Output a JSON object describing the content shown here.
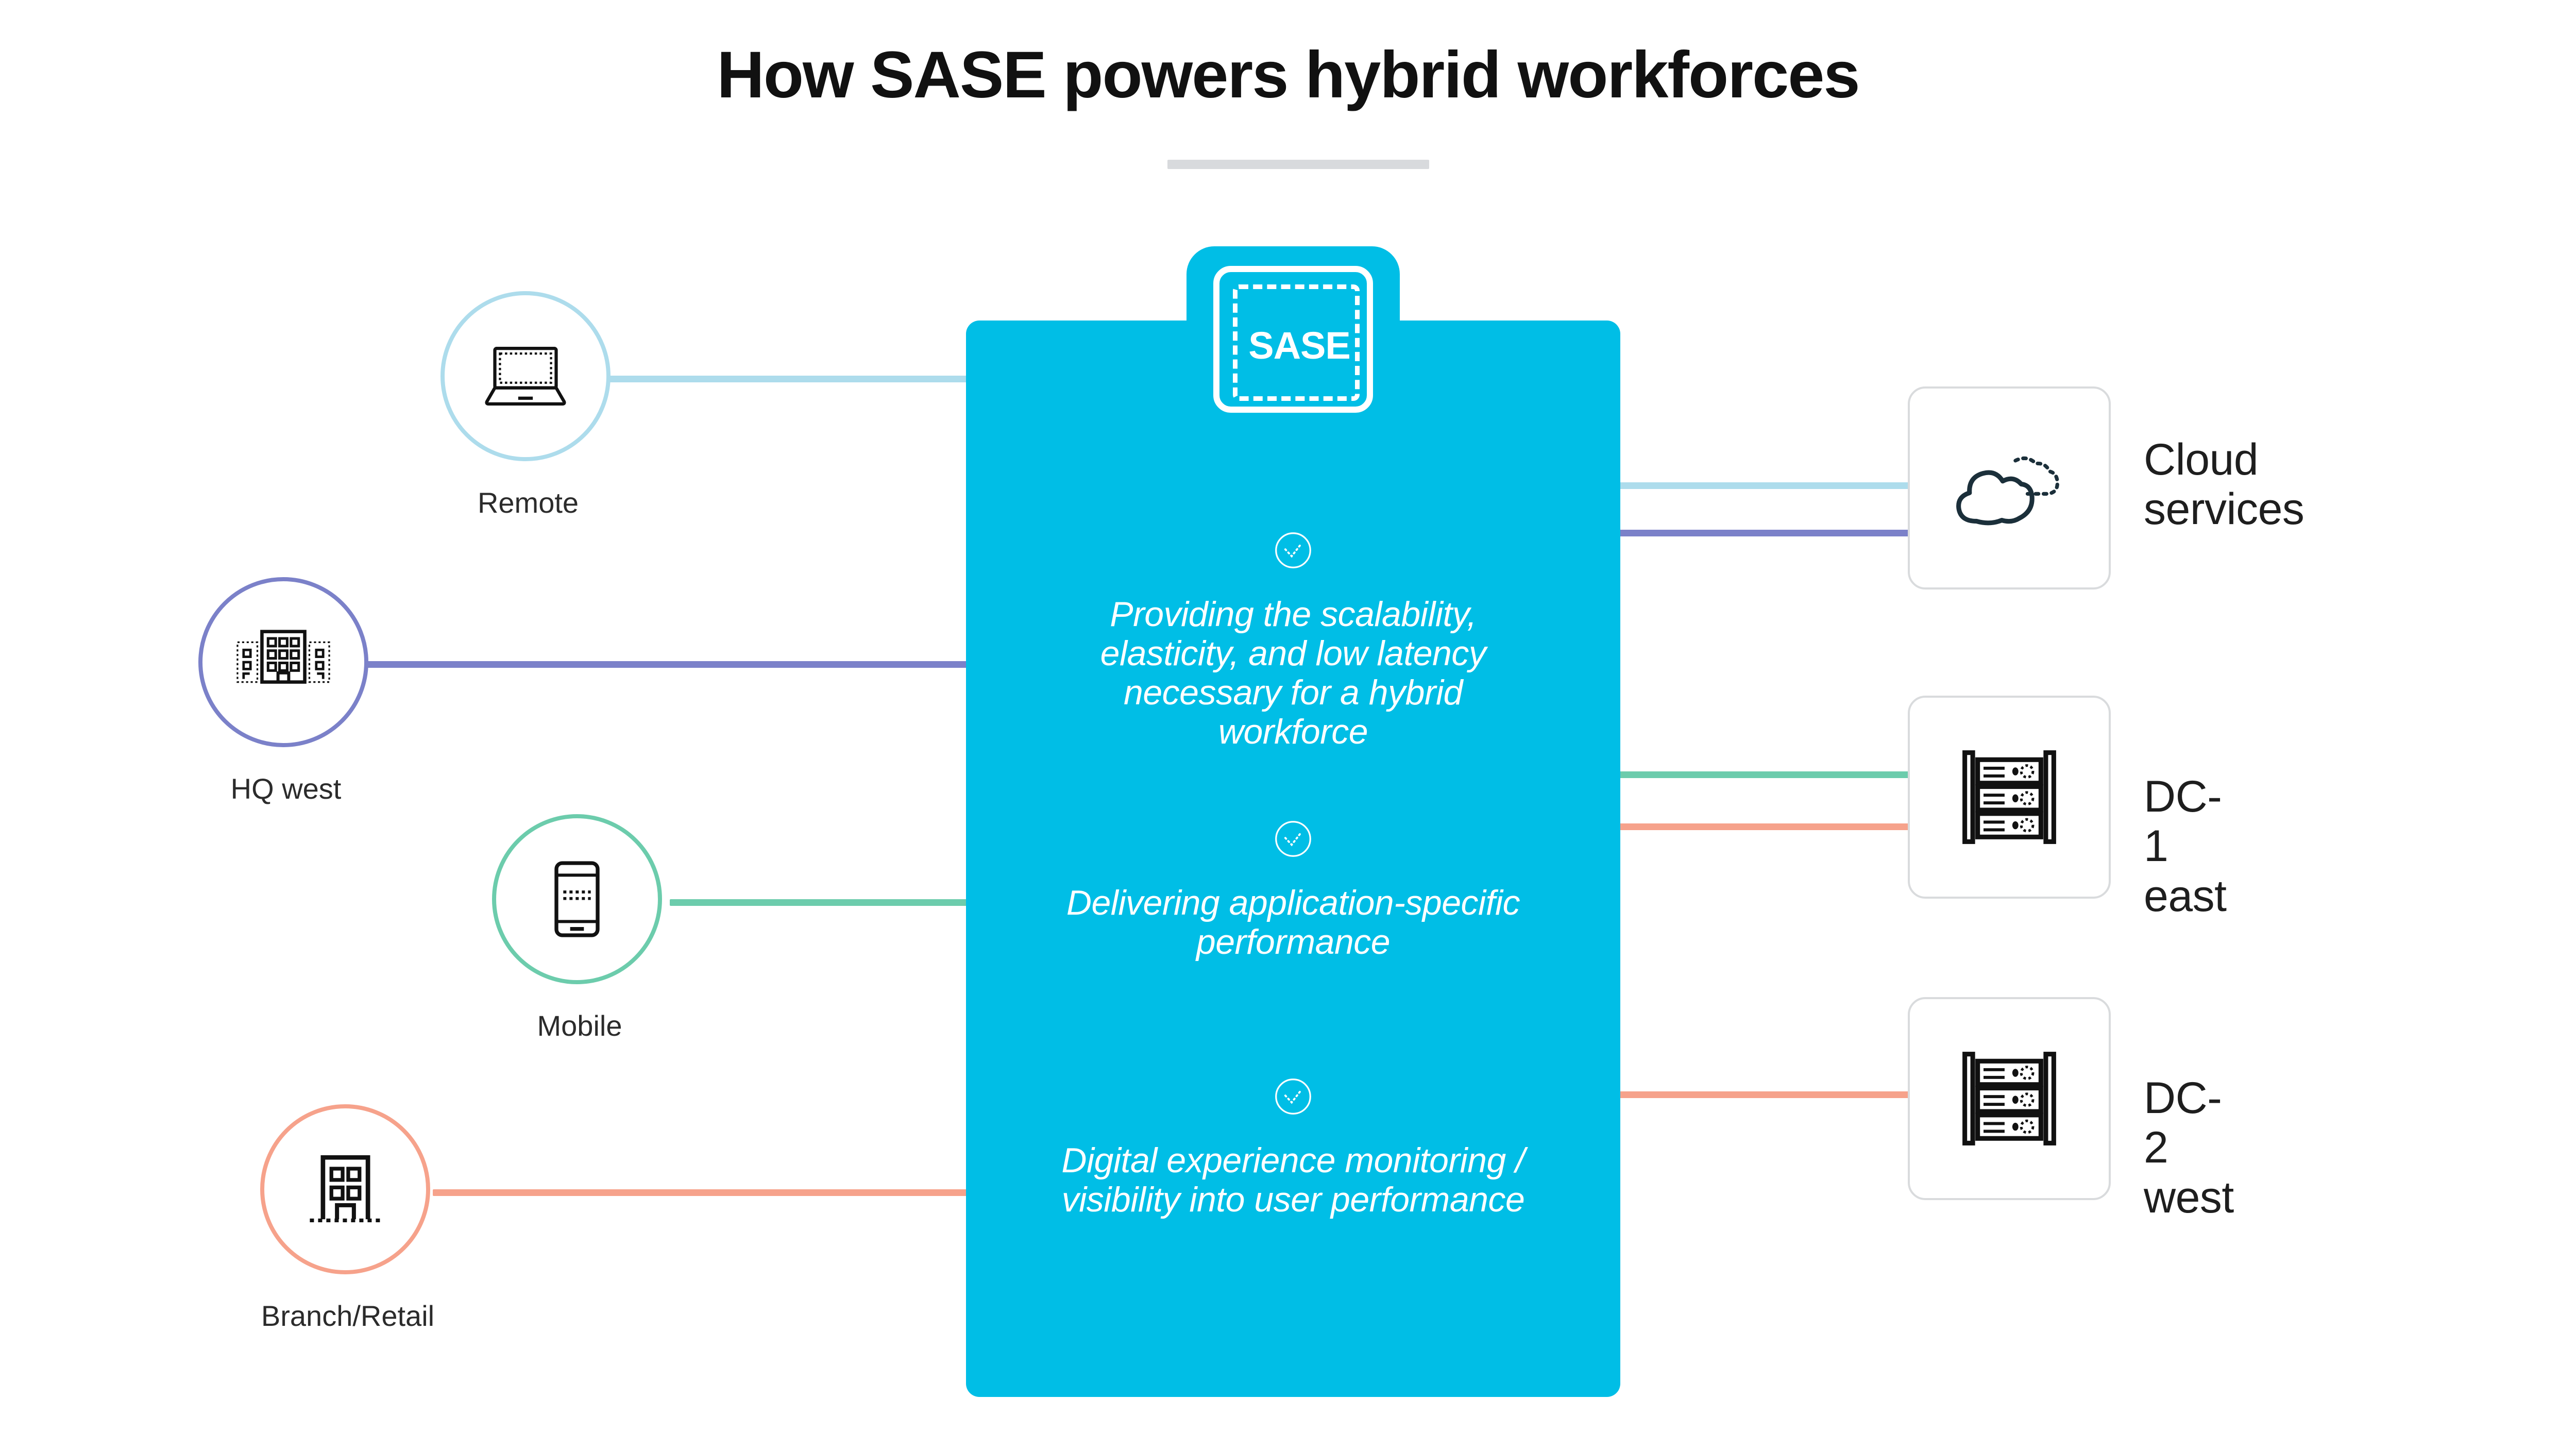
{
  "header": {
    "title": "How SASE powers hybrid workforces",
    "divider": true
  },
  "center": {
    "badge_label": "SASE",
    "badge_icon": "sase-shield-icon",
    "panel_color": "#00BEE6",
    "blocks": [
      {
        "icon": "check-circle-icon",
        "text": "Providing the scalability, elasticity, and low latency necessary for a hybrid workforce"
      },
      {
        "icon": "check-circle-icon",
        "text": "Delivering application-specific performance"
      },
      {
        "icon": "check-circle-icon",
        "text": "Digital experience monitoring / visibility into user performance"
      }
    ]
  },
  "left_nodes": [
    {
      "label": "Remote",
      "icon": "laptop-icon",
      "color": "#ADDCEC"
    },
    {
      "label": "HQ west",
      "icon": "office-building-icon",
      "color": "#7B81C9"
    },
    {
      "label": "Mobile",
      "icon": "smartphone-icon",
      "color": "#6CCCAC"
    },
    {
      "label": "Branch/Retail",
      "icon": "storefront-icon",
      "color": "#F6A28B"
    }
  ],
  "right_nodes": [
    {
      "label": "Cloud\nservices",
      "icon": "cloud-icon",
      "border": "#d9dbdd"
    },
    {
      "label": "DC-1 east",
      "icon": "server-rack-icon",
      "border": "#d9dbdd"
    },
    {
      "label": "DC-2 west",
      "icon": "server-rack-icon",
      "border": "#d9dbdd"
    }
  ],
  "connections": [
    {
      "from": "Remote",
      "to": "SASE",
      "color": "#ADDCEC"
    },
    {
      "from": "HQ west",
      "to": "SASE",
      "color": "#7B81C9"
    },
    {
      "from": "Mobile",
      "to": "SASE",
      "color": "#6CCCAC"
    },
    {
      "from": "Branch/Retail",
      "to": "SASE",
      "color": "#F6A28B"
    },
    {
      "from": "SASE",
      "to": "Cloud services",
      "color": "#ADDCEC"
    },
    {
      "from": "SASE",
      "to": "Cloud services",
      "color": "#7B81C9"
    },
    {
      "from": "SASE",
      "to": "DC-1 east",
      "color": "#6CCCAC"
    },
    {
      "from": "SASE",
      "to": "DC-1 east",
      "color": "#F6A28B"
    },
    {
      "from": "SASE",
      "to": "DC-2 west",
      "color": "#F6A28B"
    }
  ]
}
